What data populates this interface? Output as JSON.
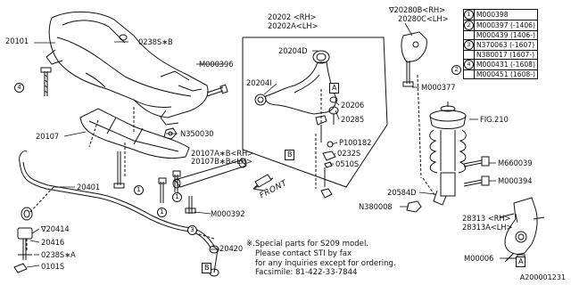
{
  "labels": {
    "p20101": "20101",
    "p0238S_B": "0238S∗B",
    "pM000396": "M000396",
    "pN350030": "N350030",
    "p20107": "20107",
    "p20107A": "20107A∗B<RH>",
    "p20107B": "20107B∗B<LH>",
    "pM000392": "M000392",
    "p20401": "20401",
    "p20414": "∇20414",
    "p20416": "20416",
    "p0238S_A": "0238S∗A",
    "p0101S": "0101S",
    "p20420": "20420",
    "p20202_rh": "20202 <RH>",
    "p20202A_lh": "20202A<LH>",
    "p20204D": "20204D",
    "p20204I": "20204I",
    "p20206": "20206",
    "p20285": "20285",
    "pP100182": "P100182",
    "p0232S": "0232S",
    "p0510S": "0510S",
    "p20280B": "∇20280B<RH>",
    "p20280C": "20280C<LH>",
    "pM000377": "M000377",
    "pFIG210": "FIG.210",
    "pM660039": "M660039",
    "p20584D": "20584D",
    "pM000394": "M000394",
    "pN380008": "N380008",
    "p28313_rh": "28313 <RH>",
    "p28313A_lh": "28313A<LH>",
    "pM00006": "M00006",
    "front": "FRONT",
    "box_A1": "A",
    "box_A2": "A",
    "box_B1": "B",
    "box_B2": "B",
    "circ_1a": "1",
    "circ_1b": "1",
    "circ_1c": "1",
    "circ_2": "2",
    "circ_3": "3",
    "circ_4": "4"
  },
  "legend": [
    {
      "num": "1",
      "text": "M000398"
    },
    {
      "num": "2",
      "text": "M000397 (-1406)"
    },
    {
      "num": "",
      "text": "M000439 (1406-)"
    },
    {
      "num": "3",
      "text": "N370063 (-1607)"
    },
    {
      "num": "",
      "text": "N380017 (1607-)"
    },
    {
      "num": "4",
      "text": "M000431 (-1608)"
    },
    {
      "num": "",
      "text": "M000451 (1608-)"
    }
  ],
  "note": {
    "line1": "※.Special parts for S209 model.",
    "line2": "Please contact STI by fax",
    "line3": "for any inquiries except for ordering.",
    "line4": "Facsimile: 81-422-33-7844"
  },
  "diagram_id": "A200001231"
}
